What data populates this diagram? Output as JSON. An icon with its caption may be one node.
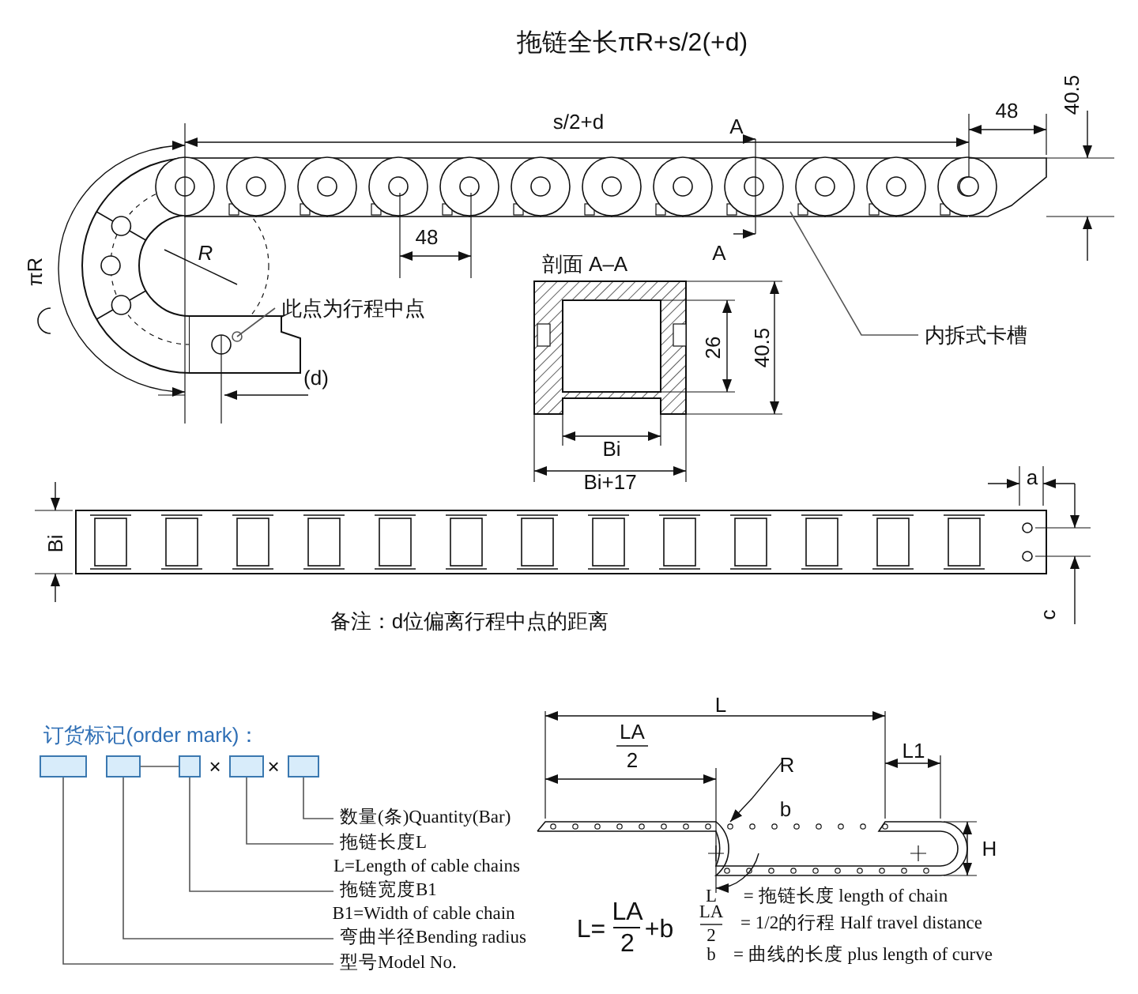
{
  "diagram": {
    "title": "拖链全长πR+s/2(+d)",
    "nodes": [
      {
        "text": [],
        "shape": "box"
      },
      {
        "text": [],
        "shape": "box"
      },
      {
        "text": [],
        "shape": "box"
      },
      {
        "text": [],
        "shape": "box"
      },
      {
        "text": [],
        "shape": "box"
      },
      {
        "text": [
          "数量(条)Quantity(Bar)"
        ]
      },
      {
        "text": [
          "拖链长度L"
        ]
      },
      {
        "text": [
          "拖链宽度B1"
        ]
      },
      {
        "text": [
          "弯曲半径Bending radius"
        ]
      },
      {
        "text": [
          "型号Model No."
        ]
      },
      {
        "text": [
          "此点为行程中点"
        ]
      },
      {
        "text": [
          "内拆式卡槽"
        ]
      }
    ],
    "edges": [
      {
        "from": 4,
        "to": 5,
        "arrow": "none"
      },
      {
        "from": 3,
        "to": 6,
        "arrow": "none"
      },
      {
        "from": 2,
        "to": 7,
        "arrow": "none"
      },
      {
        "from": 1,
        "to": 8,
        "arrow": "none"
      },
      {
        "from": 0,
        "to": 9,
        "arrow": "none"
      },
      {
        "from": 1,
        "to": 2,
        "arrow": "none"
      },
      {
        "from": 10,
        "to": null,
        "arrow": "none"
      },
      {
        "from": 11,
        "to": null,
        "arrow": "none"
      }
    ],
    "labels": [
      "s/2+d",
      "A",
      "A",
      "48",
      "40.5",
      "48",
      "πR",
      "R",
      "(d)",
      "剖面 A–A",
      "26",
      "40.5",
      "Bi",
      "Bi+17",
      "a",
      "Bi",
      "c",
      "备注：d位偏离行程中点的距离",
      "订货标记(order mark)：",
      "×",
      "×",
      "L=Length of cable chains",
      "B1=Width of cable chain",
      "L",
      "LA",
      "2",
      "R",
      "b",
      "L1",
      "H",
      "L=",
      "LA",
      "2",
      "+b",
      "L",
      "= 拖链长度  length of chain",
      "LA",
      "2",
      "= 1/2的行程  Half travel distance",
      "b",
      "= 曲线的长度  plus length of curve"
    ]
  }
}
